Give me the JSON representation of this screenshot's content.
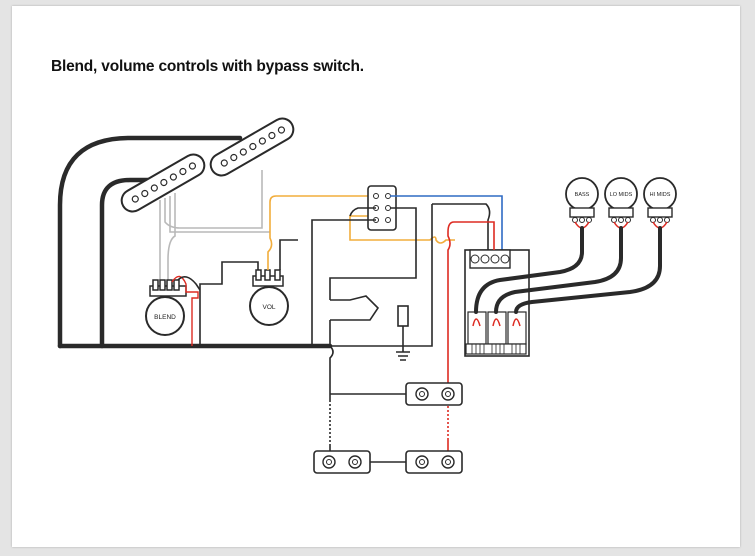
{
  "title": "Blend, volume controls with bypass switch.",
  "controls": {
    "blend": "BLEND",
    "volume": "VOL",
    "bass": "BASS",
    "lo_mids": "LO MIDS",
    "hi_mids": "HI MIDS"
  },
  "colors": {
    "wire_black": "#2a2a2a",
    "wire_orange": "#f2ad3c",
    "wire_blue": "#2f6bc4",
    "wire_red": "#dd2b22",
    "wire_gray": "#b9b9b9",
    "outline": "#333333"
  }
}
